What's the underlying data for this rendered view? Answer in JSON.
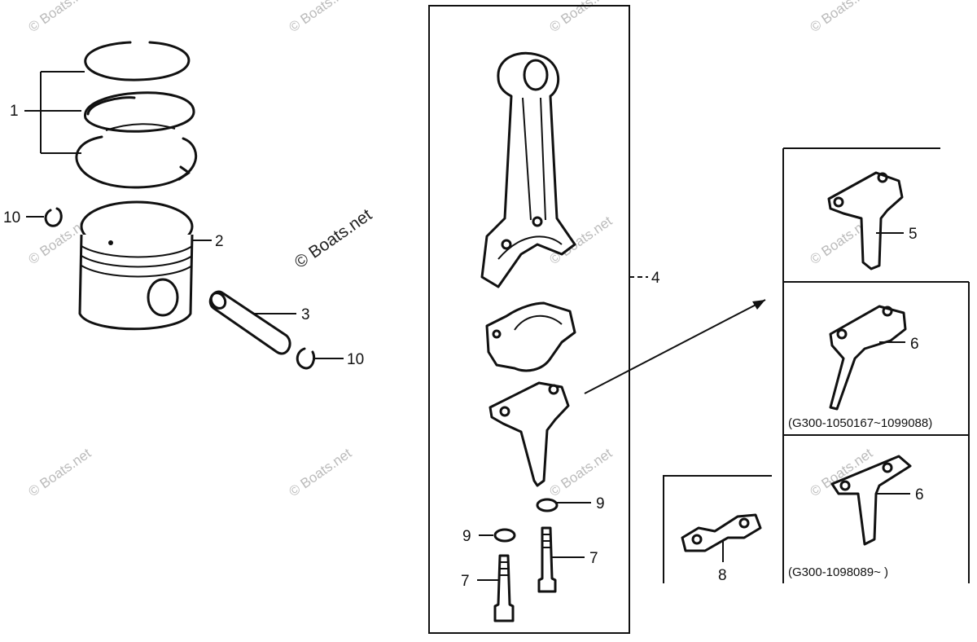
{
  "labels": {
    "ring_set": "1",
    "piston": "2",
    "piston_pin": "3",
    "connecting_rod": "4",
    "oil_dipper_a": "5",
    "oil_dipper_b": "6",
    "oil_dipper_c": "6",
    "bolt_left": "7",
    "bolt_right": "7",
    "lock_plate": "8",
    "washer_left": "9",
    "washer_right": "9",
    "clip_left": "10",
    "clip_right": "10"
  },
  "notes": {
    "serial_range_1": "(G300-1050167~1099088)",
    "serial_range_2": "(G300-1098089~ )"
  },
  "watermark": "© Boats.net"
}
